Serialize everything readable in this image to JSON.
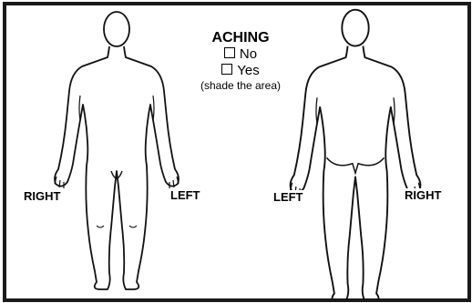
{
  "legend": {
    "title": "ACHING",
    "options": [
      "No",
      "Yes"
    ],
    "instruction": "(shade the area)"
  },
  "labels": {
    "front_right": "RIGHT",
    "front_left": "LEFT",
    "back_left": "LEFT",
    "back_right": "RIGHT"
  }
}
